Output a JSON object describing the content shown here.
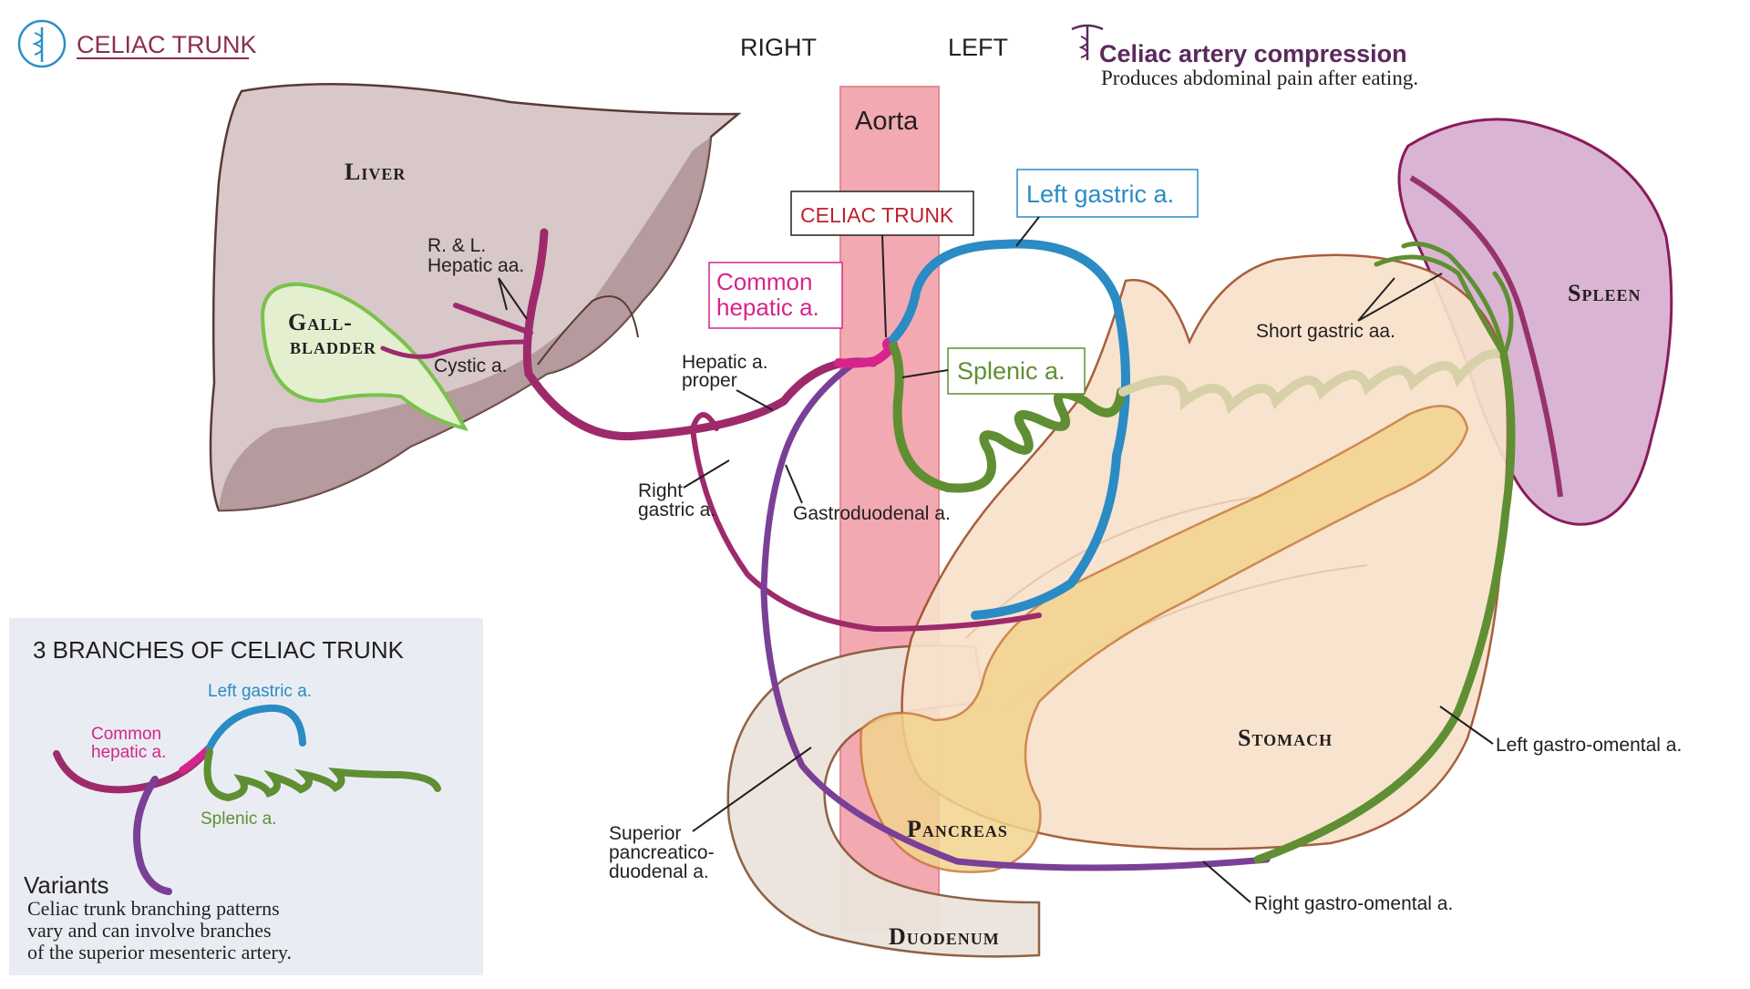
{
  "header": {
    "title": "CELIAC TRUNK",
    "right": "RIGHT",
    "left": "LEFT",
    "clinical_title": "Celiac artery compression",
    "clinical_text": "Produces abdominal pain after eating."
  },
  "colors": {
    "common_hepatic": "#d6258a",
    "hepatic": "#9e2a6c",
    "gastroduodenal": "#7a3f97",
    "left_gastric": "#2b8bc4",
    "splenic": "#5f8f32",
    "aorta": "#f2a9b1",
    "liver": "#d8c8c9",
    "gallbladder": "#e3efcf",
    "stomach": "#f8e1cc",
    "pancreas": "#f3d48e",
    "spleen": "#d9b5d3",
    "panel": "#e9edf3",
    "title": "#8c2f4f"
  },
  "organs": {
    "liver": "Liver",
    "gallbladder_1": "Gall-",
    "gallbladder_2": "bladder",
    "stomach": "Stomach",
    "spleen": "Spleen",
    "pancreas": "Pancreas",
    "duodenum": "Duodenum",
    "aorta": "Aorta"
  },
  "labels": {
    "celiac_trunk": "CELIAC TRUNK",
    "left_gastric": "Left gastric a.",
    "common_hepatic_1": "Common",
    "common_hepatic_2": "hepatic a.",
    "splenic": "Splenic a.",
    "rl_hepatic_1": "R. & L.",
    "rl_hepatic_2": "Hepatic aa.",
    "cystic": "Cystic a.",
    "hepatic_proper_1": "Hepatic a.",
    "hepatic_proper_2": "proper",
    "right_gastric_1": "Right",
    "right_gastric_2": "gastric a.",
    "gastroduodenal": "Gastroduodenal a.",
    "short_gastric": "Short gastric aa.",
    "left_gastro_omental": "Left gastro-omental a.",
    "right_gastro_omental": "Right gastro-omental a.",
    "sup_pd_1": "Superior",
    "sup_pd_2": "pancreatico-",
    "sup_pd_3": "duodenal a."
  },
  "panel": {
    "title": "3 BRANCHES OF CELIAC TRUNK",
    "left_gastric": "Left gastric a.",
    "common_hepatic_1": "Common",
    "common_hepatic_2": "hepatic a.",
    "splenic": "Splenic a.",
    "variants_title": "Variants",
    "variants_1": "Celiac trunk branching patterns",
    "variants_2": "vary and can involve branches",
    "variants_3": "of the superior mesenteric artery."
  }
}
